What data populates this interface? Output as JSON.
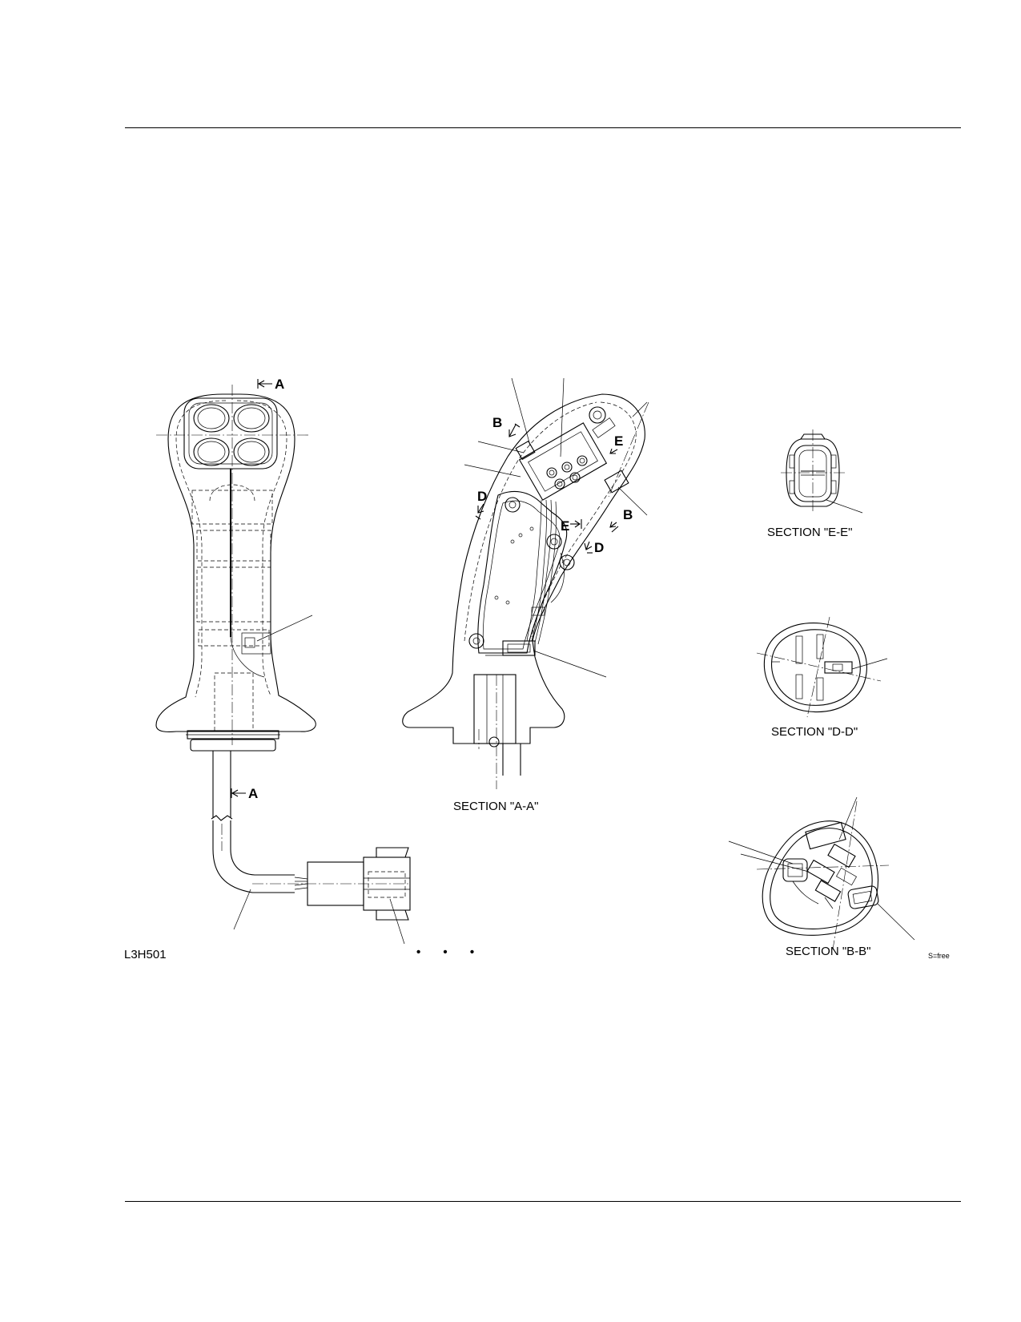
{
  "figure_code": "L3H501",
  "scale_note": "S=free",
  "ellipsis": "• • •",
  "sections": {
    "aa": "SECTION \"A-A\"",
    "ee": "SECTION \"E-E\"",
    "dd": "SECTION \"D-D\"",
    "bb": "SECTION \"B-B\""
  },
  "cut_markers": {
    "a": "A",
    "b": "B",
    "d": "D",
    "e": "E"
  }
}
